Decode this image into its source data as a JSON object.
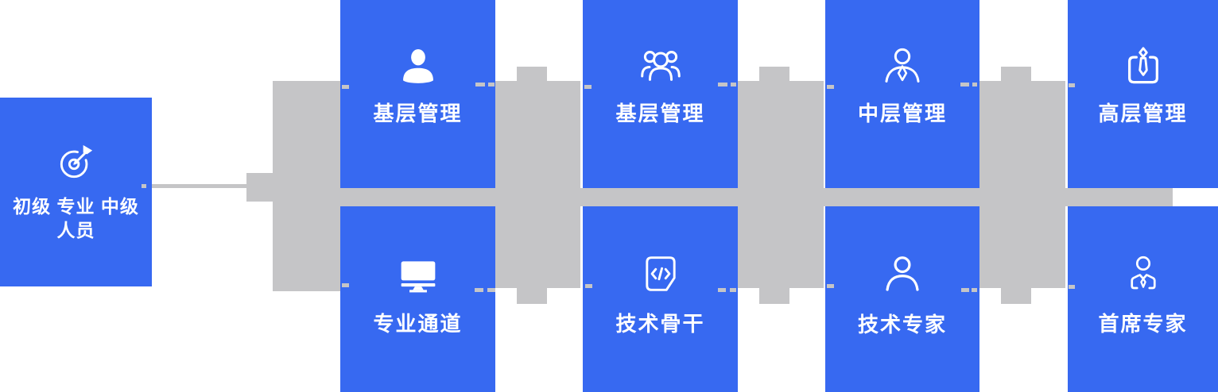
{
  "colors": {
    "card_blue": "#3769F1",
    "connector_gray": "#C5C5C7",
    "label_white": "#FFFFFF",
    "page_bg": "#FFFFFF"
  },
  "start_node": {
    "icon": "target-arrow-icon",
    "label_lines": [
      "初级 专业 中级",
      "人员"
    ]
  },
  "management_track": [
    {
      "icon": "user-solid-icon",
      "label": "基层管理"
    },
    {
      "icon": "user-group-icon",
      "label": "基层管理"
    },
    {
      "icon": "user-tie-icon",
      "label": "中层管理"
    },
    {
      "icon": "tie-badge-icon",
      "label": "高层管理"
    }
  ],
  "professional_track": [
    {
      "icon": "monitor-icon",
      "label": "专业通道"
    },
    {
      "icon": "code-document-icon",
      "label": "技术骨干"
    },
    {
      "icon": "user-outline-icon",
      "label": "技术专家"
    },
    {
      "icon": "user-suit-icon",
      "label": "首席专家"
    }
  ]
}
